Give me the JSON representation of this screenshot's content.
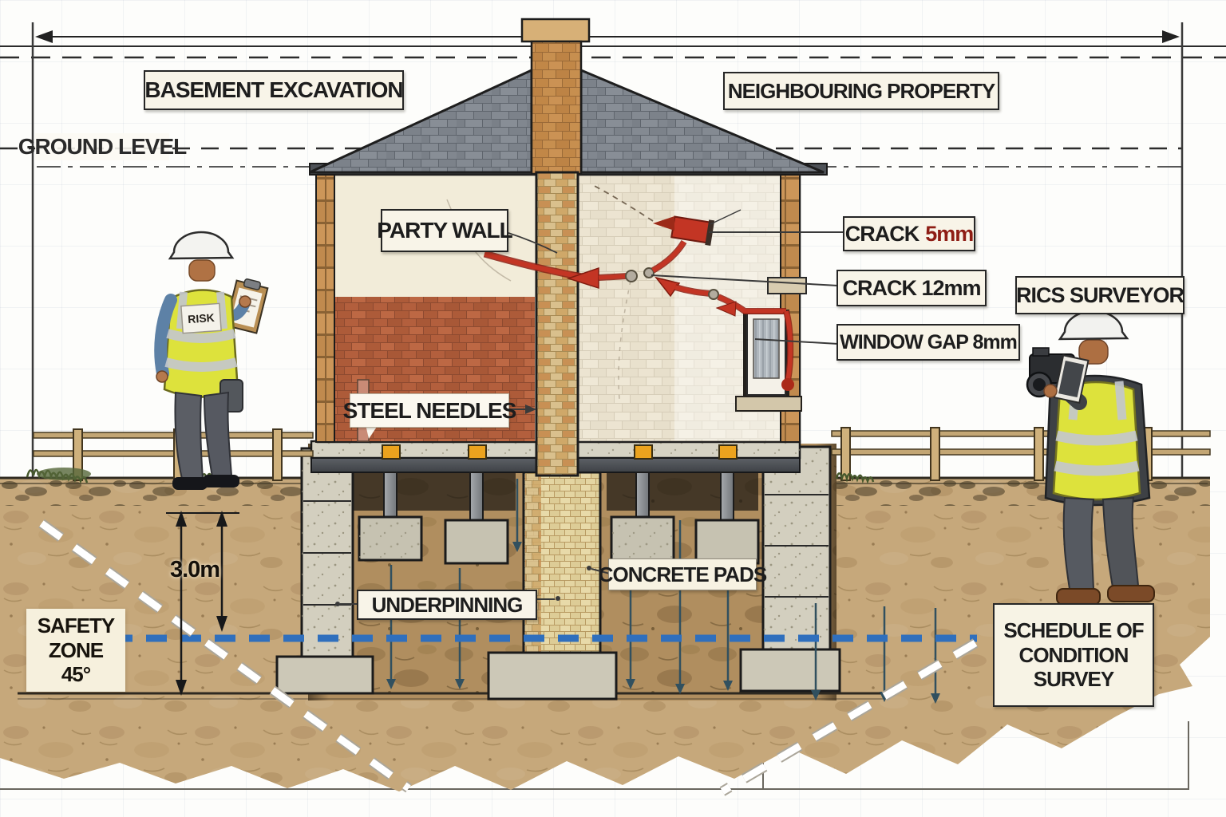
{
  "diagram": {
    "title_labels": {
      "basement_excavation": "BASEMENT EXCAVATION",
      "neighbouring_property": "NEIGHBOURING PROPERTY"
    },
    "datum": {
      "ground_level": "GROUND LEVEL"
    },
    "structure_labels": {
      "party_wall": "PARTY WALL",
      "steel_needles": "STEEL NEEDLES",
      "underpinning": "UNDERPINNING",
      "concrete_pads": "CONCRETE PADS"
    },
    "defect_labels": {
      "crack_5_prefix": "CRACK",
      "crack_5_value": "5mm",
      "crack_12": "CRACK 12mm",
      "window_gap": "WINDOW GAP 8mm"
    },
    "survey_labels": {
      "rics_surveyor": "RICS SURVEYOR",
      "schedule_line1": "SCHEDULE OF",
      "schedule_line2": "CONDITION",
      "schedule_line3": "SURVEY"
    },
    "dimensions": {
      "excavation_depth": "3.0m",
      "safety_zone_line1": "SAFETY",
      "safety_zone_line2": "ZONE",
      "safety_zone_angle": "45°"
    },
    "figures": {
      "vest_badge": "RISK"
    },
    "colors": {
      "crack_red": "#c33524",
      "crack_value_red": "#8e1d15",
      "monitoring_blue": "#2f6fbd",
      "hi_vis_yellow": "#dde23c",
      "label_cream": "#f8f4e8",
      "soil_tan": "#c6a87b",
      "brick_red": "#b35f3d",
      "brick_tan": "#c9935a",
      "roof_slate": "#7e848c",
      "safety_dash_white": "#ffffff"
    }
  }
}
